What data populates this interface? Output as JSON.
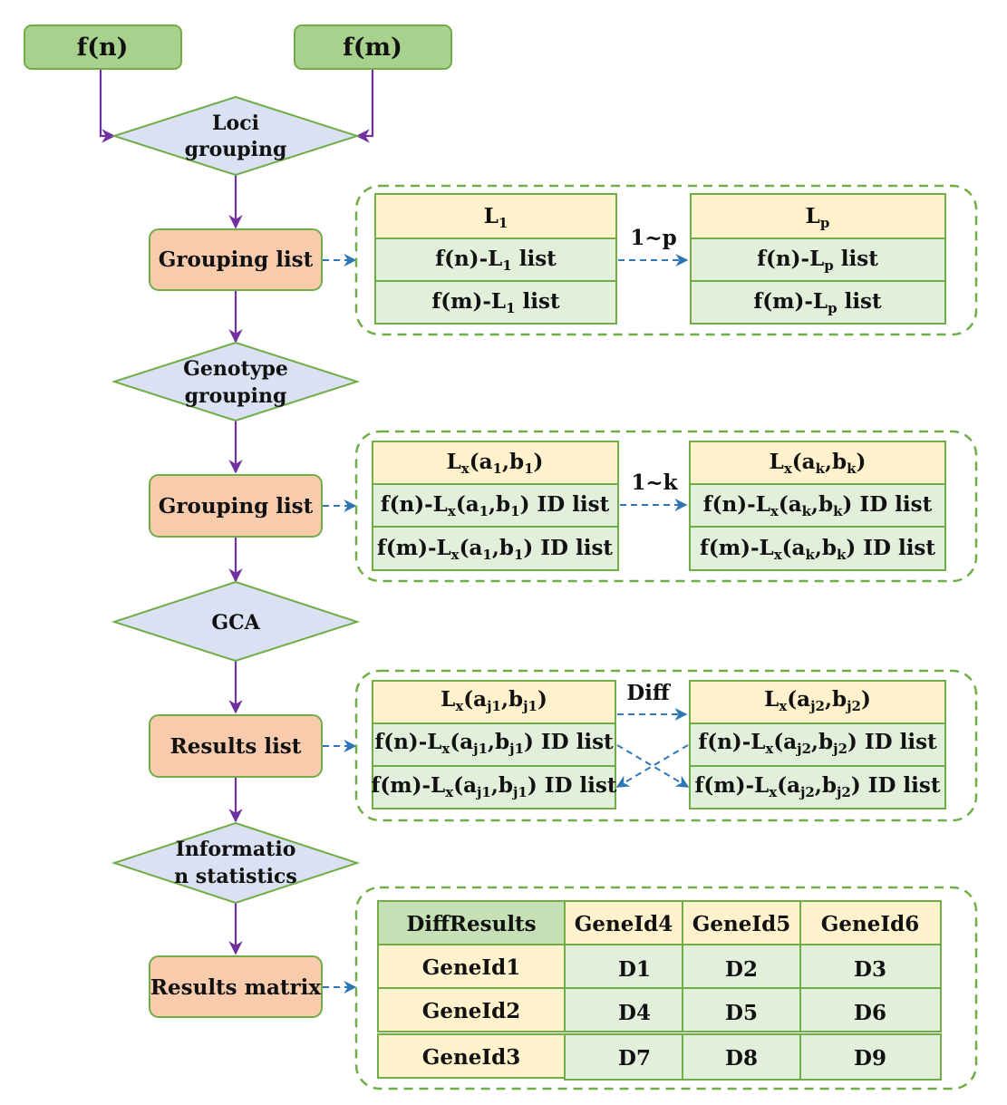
{
  "inputs": {
    "fn": "f(n)",
    "fm": "f(m)"
  },
  "diamonds": {
    "loci": [
      "Loci",
      "grouping"
    ],
    "genotype": [
      "Genotype",
      "grouping"
    ],
    "gca": [
      "GCA"
    ],
    "info": [
      "Informatio",
      "n statistics"
    ]
  },
  "boxes": {
    "grouping1": "Grouping list",
    "grouping2": "Grouping list",
    "results_list": "Results list",
    "results_matrix": "Results matrix"
  },
  "group1": {
    "connector": "1~p",
    "left": {
      "header": {
        "main": "L",
        "sub": "1"
      },
      "row1": {
        "a": "f(n)-L",
        "sub": "1",
        "b": " list"
      },
      "row2": {
        "a": "f(m)-L",
        "sub": "1",
        "b": " list"
      }
    },
    "right": {
      "header": {
        "main": "L",
        "sub": "p"
      },
      "row1": {
        "a": "f(n)-L",
        "sub": "p",
        "b": " list"
      },
      "row2": {
        "a": "f(m)-L",
        "sub": "p",
        "b": " list"
      }
    }
  },
  "group2": {
    "connector": "1~k",
    "left": {
      "header": [
        "L",
        "x",
        "(a",
        "1",
        ",b",
        "1",
        ")"
      ],
      "row1": [
        "f(n)-L",
        "x",
        "(a",
        "1",
        ",b",
        "1",
        ") ID list"
      ],
      "row2": [
        "f(m)-L",
        "x",
        "(a",
        "1",
        ",b",
        "1",
        ") ID list"
      ]
    },
    "right": {
      "header": [
        "L",
        "x",
        "(a",
        "k",
        ",b",
        "k",
        ")"
      ],
      "row1": [
        "f(n)-L",
        "x",
        "(a",
        "k",
        ",b",
        "k",
        ") ID list"
      ],
      "row2": [
        "f(m)-L",
        "x",
        "(a",
        "k",
        ",b",
        "k",
        ") ID list"
      ]
    }
  },
  "group3": {
    "connector": "Diff",
    "left": {
      "header": [
        "L",
        "x",
        "(a",
        "j1",
        ",b",
        "j1",
        ")"
      ],
      "row1": [
        "f(n)-L",
        "x",
        "(a",
        "j1",
        ",b",
        "j1",
        ") ID list"
      ],
      "row2": [
        "f(m)-L",
        "x",
        "(a",
        "j1",
        ",b",
        "j1",
        ") ID list"
      ]
    },
    "right": {
      "header": [
        "L",
        "x",
        "(a",
        "j2",
        ",b",
        "j2",
        ")"
      ],
      "row1": [
        "f(n)-L",
        "x",
        "(a",
        "j2",
        ",b",
        "j2",
        ") ID list"
      ],
      "row2": [
        "f(m)-L",
        "x",
        "(a",
        "j2",
        ",b",
        "j2",
        ") ID list"
      ]
    }
  },
  "matrix": {
    "corner": "DiffResults",
    "columns": [
      "GeneId4",
      "GeneId5",
      "GeneId6"
    ],
    "rows": [
      {
        "label": "GeneId1",
        "cells": [
          "D1",
          "D2",
          "D3"
        ]
      },
      {
        "label": "GeneId2",
        "cells": [
          "D4",
          "D5",
          "D6"
        ]
      },
      {
        "label": "GeneId3",
        "cells": [
          "D7",
          "D8",
          "D9"
        ]
      }
    ]
  },
  "colors": {
    "input_fill": "#a9d18e",
    "input_stroke": "#70ad47",
    "diamond_fill": "#d9e1f2",
    "diamond_stroke": "#70ad47",
    "box_fill": "#f8cbad",
    "box_stroke": "#70ad47",
    "header_fill": "#fff2cc",
    "row_fill": "#e2efda",
    "table_stroke": "#70ad47",
    "matrix_corner_fill": "#c5e0b4",
    "flow_arrow": "#7030a0",
    "dash_arrow": "#2e75b6",
    "group_border": "#70ad47"
  }
}
